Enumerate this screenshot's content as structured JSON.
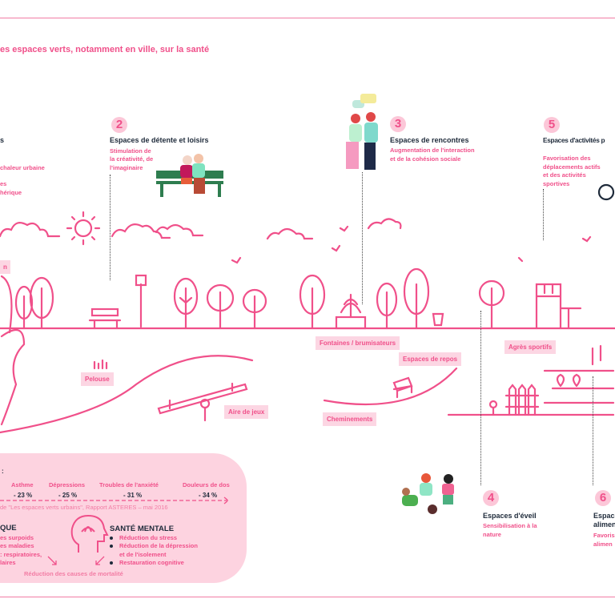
{
  "title": "es espaces verts, notamment en ville,  sur la santé",
  "item1": {
    "title_fragment": "s",
    "desc": [
      "chaleur urbaine",
      "es",
      "hérique"
    ],
    "label_fragment": "n"
  },
  "item2": {
    "number": "2",
    "title": "Espaces de détente et loisirs",
    "desc": [
      "Stimulation de",
      "la créativité, de",
      "l'imaginaire"
    ]
  },
  "item3": {
    "number": "3",
    "title": "Espaces de rencontres",
    "desc": [
      "Augmentation de l'interaction",
      "et de la cohésion sociale"
    ]
  },
  "item5": {
    "number": "5",
    "title": "Espaces d'activités p",
    "desc": [
      "Favorisation des",
      "déplacements actifs",
      "et des activités",
      "sportives"
    ]
  },
  "item4": {
    "number": "4",
    "title": "Espaces d'éveil",
    "desc": [
      "Sensibilisation à la",
      "nature"
    ]
  },
  "item6": {
    "number": "6",
    "title": [
      "Espac",
      "alimen"
    ],
    "desc": [
      "Favoris",
      "alimen"
    ]
  },
  "labels": {
    "pelouse": "Pelouse",
    "aire": "Aire de jeux",
    "fontaines": "Fontaines / brumisateurs",
    "repos": "Espaces de repos",
    "cheminements": "Cheminements",
    "agres": "Agrès sportifs"
  },
  "stats": {
    "heading_fragment": ":",
    "items": [
      {
        "label": "Asthme",
        "value": "- 23 %"
      },
      {
        "label": "Dépressions",
        "value": "- 25 %"
      },
      {
        "label": "Troubles de l'anxiété",
        "value": "- 31 %"
      },
      {
        "label": "Douleurs de dos",
        "value": "- 34 %"
      }
    ],
    "source": "de \"Les espaces verts urbains\", Rapport ASTERES – mai 2016"
  },
  "physique": {
    "title_fragment": "QUE",
    "items": [
      "es surpoids",
      "es maladies",
      ": respiratoires,",
      "laires"
    ]
  },
  "mentale": {
    "title": "SANTÉ MENTALE",
    "items": [
      "Réduction du stress",
      "Réduction de la dépression",
      "et de l'isolement",
      "Restauration cognitive"
    ]
  },
  "mortalite": "Réduction des causes de mortalité",
  "colors": {
    "accent": "#f0508a",
    "light": "#fcd6e3",
    "dark": "#1e2a3a"
  }
}
